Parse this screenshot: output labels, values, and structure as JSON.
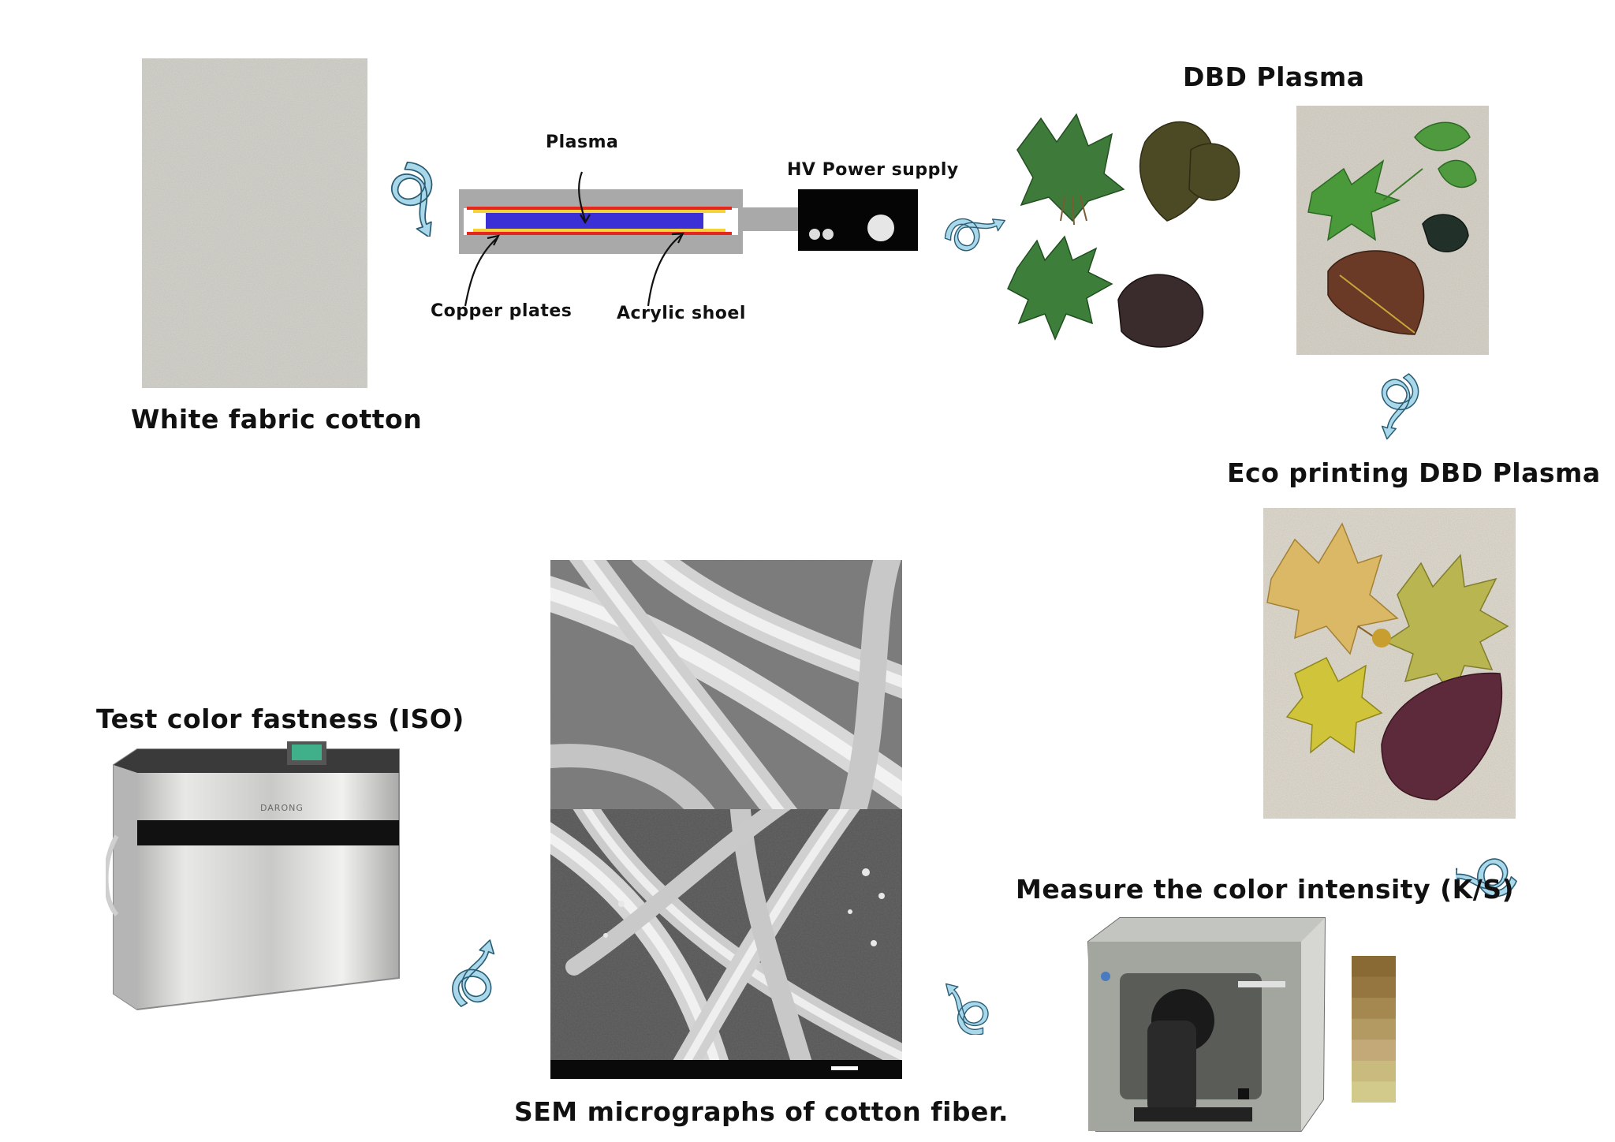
{
  "labels": {
    "white_fabric": "White fabric cotton",
    "plasma": "Plasma",
    "hv_power": "HV Power supply",
    "copper_plates": "Copper plates",
    "acrylic_shoel": "Acrylic shoel",
    "dbd_plasma": "DBD Plasma",
    "eco_printing": "Eco printing DBD Plasma",
    "measure_intensity": "Measure the color intensity (K/S)",
    "sem_micrographs": "SEM micrographs of cotton fiber.",
    "test_fastness": "Test color fastness (ISO)",
    "machine_brand": "DARONG"
  },
  "colors": {
    "arrow_fill": "#a9d8ea",
    "arrow_stroke": "#2b5d74",
    "fabric": "#d6d5cd",
    "plasma_band": "#3b2fd6",
    "copper": "#e5261f",
    "acrylic": "#f4d33a",
    "chamber": "#a9a9a9",
    "power_box": "#050505"
  },
  "swatch_colors": [
    "#8a6a34",
    "#957641",
    "#a4884f",
    "#b29a62",
    "#c3a878",
    "#c9bb7e",
    "#d1ca8a"
  ],
  "steps": [
    "white-fabric-cotton",
    "dbd-plasma-treatment",
    "leaves-dbd-plasma",
    "eco-printing-dbd-plasma",
    "measure-color-intensity",
    "sem-micrographs",
    "test-color-fastness"
  ]
}
